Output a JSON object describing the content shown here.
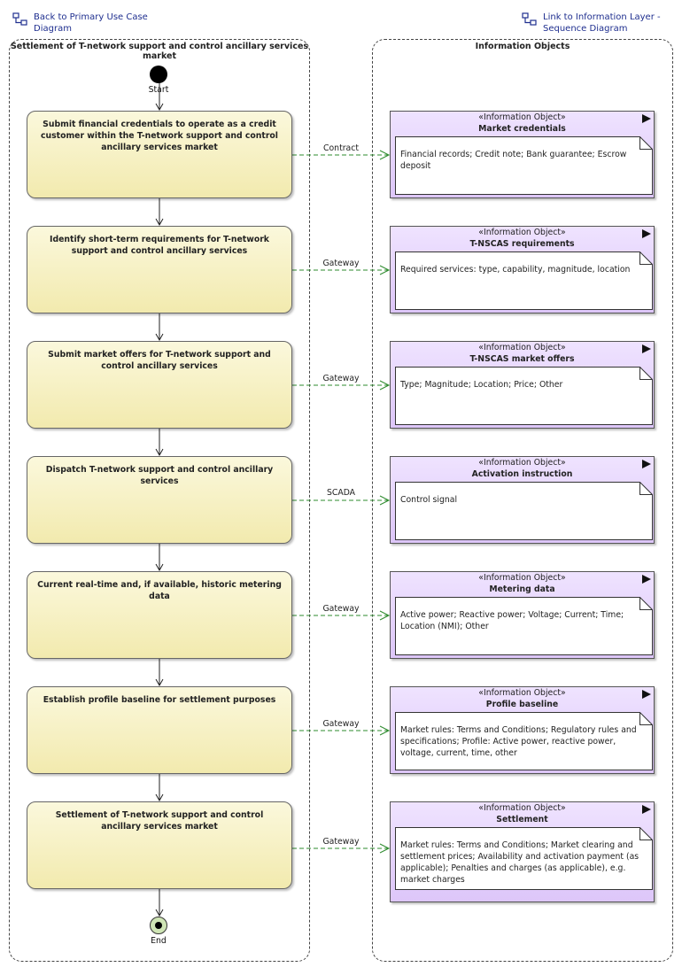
{
  "links": {
    "back": "Back to Primary Use Case\nDiagram",
    "info_layer": "Link to Information Layer -\nSequence Diagram"
  },
  "lanes": {
    "left_title": "Settlement of T-network support and control ancillary services market",
    "right_title": "Information Objects"
  },
  "start_label": "Start",
  "end_label": "End",
  "activities": [
    {
      "label": "Submit financial credentials to operate as a credit customer within the T-network support and control ancillary services market"
    },
    {
      "label": "Identify short-term requirements for T-network support and control ancillary services"
    },
    {
      "label": "Submit market offers for T-network support and control ancillary services"
    },
    {
      "label": "Dispatch T-network support and control ancillary services"
    },
    {
      "label": "Current real-time and, if available, historic metering data"
    },
    {
      "label": "Establish profile baseline for settlement purposes"
    },
    {
      "label": "Settlement of T-network support and control ancillary services market"
    }
  ],
  "flows": [
    {
      "label": "Contract"
    },
    {
      "label": "Gateway"
    },
    {
      "label": "Gateway"
    },
    {
      "label": "SCADA"
    },
    {
      "label": "Gateway"
    },
    {
      "label": "Gateway"
    },
    {
      "label": "Gateway"
    }
  ],
  "info_objects": [
    {
      "stereotype": "«Information Object»",
      "name": "Market credentials",
      "note": "Financial records; Credit note; Bank guarantee; Escrow deposit"
    },
    {
      "stereotype": "«Information Object»",
      "name": "T-NSCAS requirements",
      "note": "Required services: type, capability, magnitude, location"
    },
    {
      "stereotype": "«Information Object»",
      "name": "T-NSCAS market offers",
      "note": "Type; Magnitude; Location; Price; Other"
    },
    {
      "stereotype": "«Information Object»",
      "name": "Activation instruction",
      "note": "Control signal"
    },
    {
      "stereotype": "«Information Object»",
      "name": "Metering data",
      "note": "Active power; Reactive power; Voltage; Current; Time; Location (NMI); Other"
    },
    {
      "stereotype": "«Information Object»",
      "name": "Profile baseline",
      "note": "Market rules: Terms and Conditions; Regulatory rules and specifications; Profile: Active power, reactive power, voltage, current, time, other"
    },
    {
      "stereotype": "«Information Object»",
      "name": "Settlement",
      "note": "Market rules: Terms and Conditions; Market clearing and settlement prices; Availability and activation payment (as applicable); Penalties and charges (as applicable), e.g. market charges"
    }
  ],
  "colors": {
    "activity_fill": "#f2eaae",
    "info_object_fill": "#ddc6f9",
    "flow_line": "#2e8b2e",
    "link_text": "#1f2f8f"
  }
}
